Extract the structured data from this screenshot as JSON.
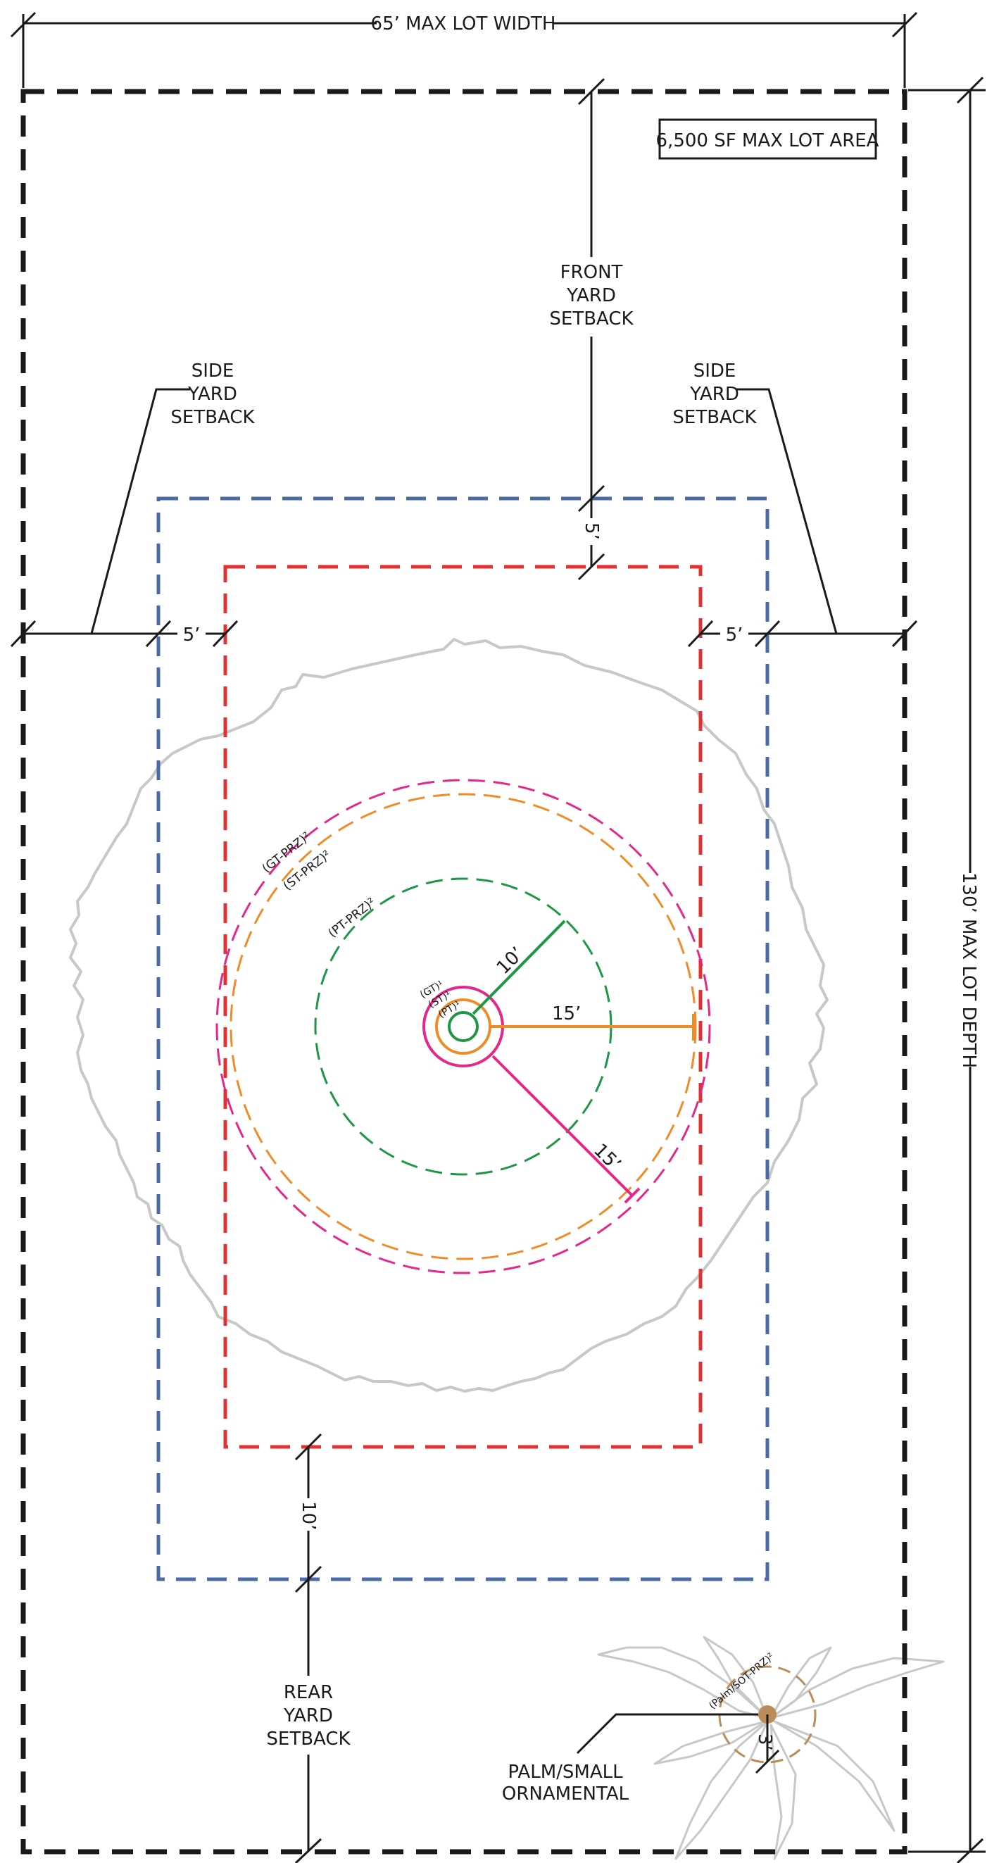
{
  "title_box": "6,500 SF MAX LOT AREA",
  "dimensions": {
    "lot_width": "65’ MAX LOT WIDTH",
    "lot_depth": "130’ MAX LOT DEPTH",
    "front_setback_value": "5’",
    "side_setback_left_value": "5’",
    "side_setback_right_value": "5’",
    "rear_setback_value": "10’",
    "pt_radius": "10’",
    "st_radius": "15’",
    "gt_radius": "15’",
    "palm_radius": "3’"
  },
  "labels": {
    "front_yard": [
      "FRONT",
      "YARD",
      "SETBACK"
    ],
    "side_yard_left": [
      "SIDE",
      "YARD",
      "SETBACK"
    ],
    "side_yard_right": [
      "SIDE",
      "YARD",
      "SETBACK"
    ],
    "rear_yard": [
      "REAR",
      "YARD",
      "SETBACK"
    ],
    "palm": [
      "PALM/SMALL",
      "ORNAMENTAL"
    ]
  },
  "zones": {
    "gt_prz": "(GT-PRZ)²",
    "st_prz": "(ST-PRZ)²",
    "pt_prz": "(PT-PRZ)²",
    "gt": "(GT)¹",
    "st": "(ST)¹",
    "pt": "(PT)¹",
    "palm_sot_prz": "(Palm/SOT-PRZ)²"
  },
  "colors": {
    "lot_boundary": "#1a1a1a",
    "setback_blue": "#4a6aa5",
    "buildable_red": "#e03232",
    "gt_magenta": "#e4288a",
    "st_orange": "#f08c28",
    "pt_green": "#1e9646",
    "canopy_gray": "#c8c8c8",
    "palm_brown": "#b98c5a"
  }
}
